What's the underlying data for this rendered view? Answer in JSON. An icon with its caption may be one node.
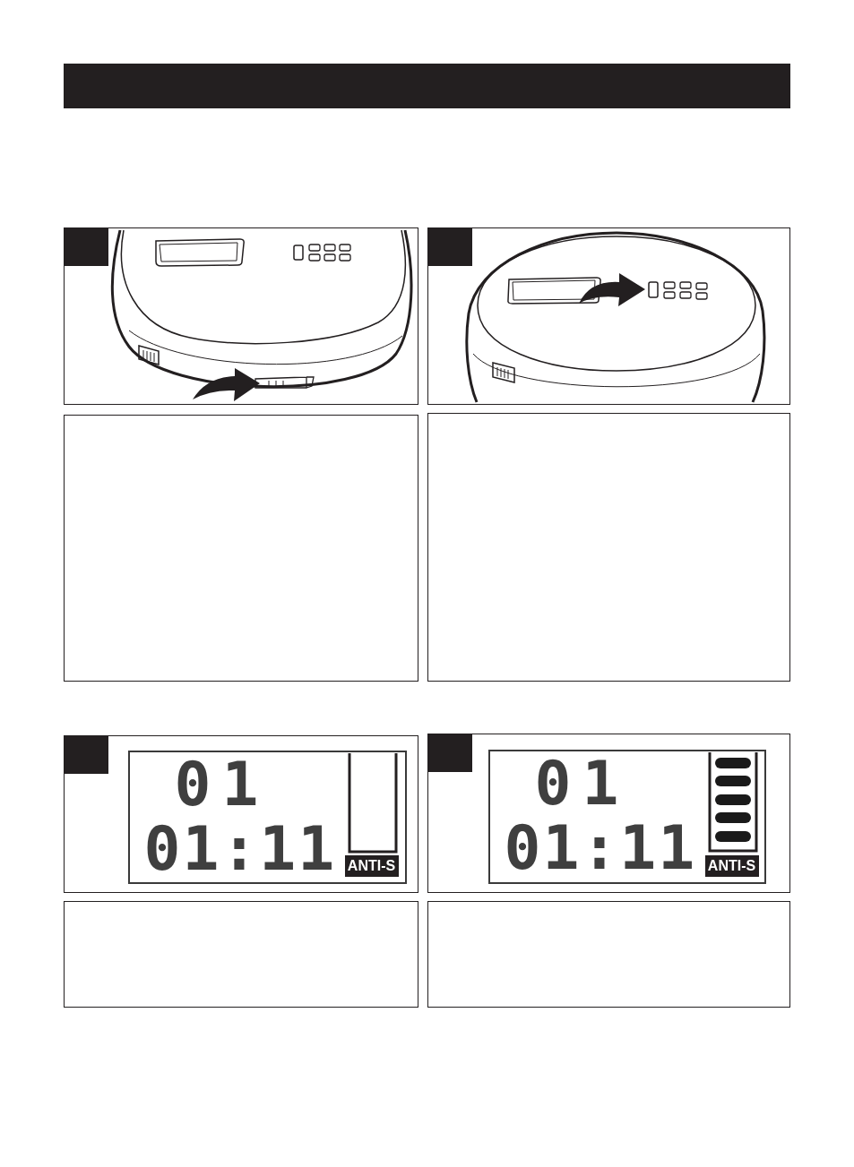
{
  "diagram": {
    "nodes": [
      {
        "text": [],
        "shape": "bar"
      },
      {
        "text": [],
        "shape": "box"
      },
      {
        "text": [],
        "shape": "box",
        "in": 1
      },
      {
        "text": [],
        "shape": "box"
      },
      {
        "text": [],
        "shape": "box",
        "in": 3
      },
      {
        "text": [],
        "shape": "box"
      },
      {
        "text": [],
        "shape": "box"
      },
      {
        "text": [],
        "shape": "box"
      },
      {
        "text": [],
        "shape": "box",
        "in": 7
      },
      {
        "text": [
          "01",
          "01:11"
        ],
        "in": 7
      },
      {
        "text": [
          "ANTI-S"
        ],
        "in": 9
      },
      {
        "text": [],
        "shape": "box"
      },
      {
        "text": [],
        "shape": "box",
        "in": 11
      },
      {
        "text": [
          "01",
          "01:11"
        ],
        "in": 11
      },
      {
        "text": [
          "ANTI-S"
        ],
        "in": 13
      },
      {
        "text": [],
        "shape": "box"
      },
      {
        "text": [],
        "shape": "box"
      }
    ]
  }
}
